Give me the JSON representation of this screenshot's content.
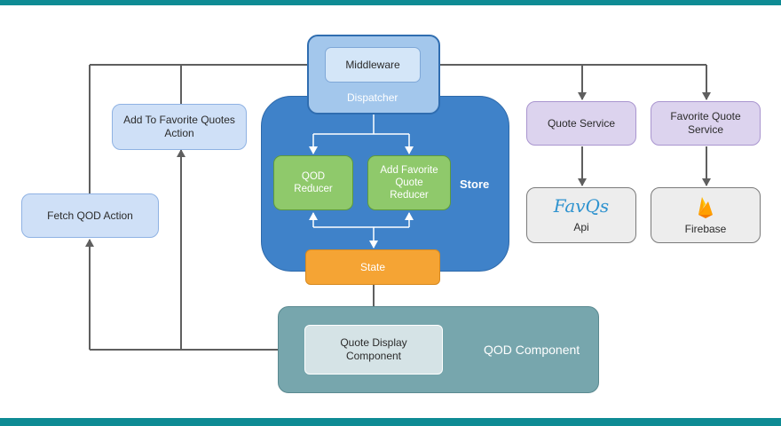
{
  "middleware": "Middleware",
  "dispatcher": "Dispatcher",
  "store": "Store",
  "qod_reducer": "QOD\nReducer",
  "add_favorite_quote_reducer": "Add Favorite\nQuote\nReducer",
  "state": "State",
  "add_to_favorite_quotes_action": "Add To Favorite Quotes\nAction",
  "fetch_qod_action": "Fetch QOD Action",
  "quote_service": "Quote Service",
  "favorite_quote_service": "Favorite Quote\nService",
  "favqs_logo": "FavQs",
  "api": "Api",
  "firebase": "Firebase",
  "qod_component": "QOD Component",
  "quote_display_component": "Quote Display\nComponent",
  "colors": {
    "teal_bar": "#0e8b94",
    "store_blue": "#3f82c9",
    "reducer_green": "#8fc96b",
    "state_orange": "#f5a434",
    "action_blue": "#cfe0f7",
    "service_purple": "#dcd3ee",
    "component_teal": "#77a6ad",
    "arrow_gray": "#5f5f5f"
  }
}
